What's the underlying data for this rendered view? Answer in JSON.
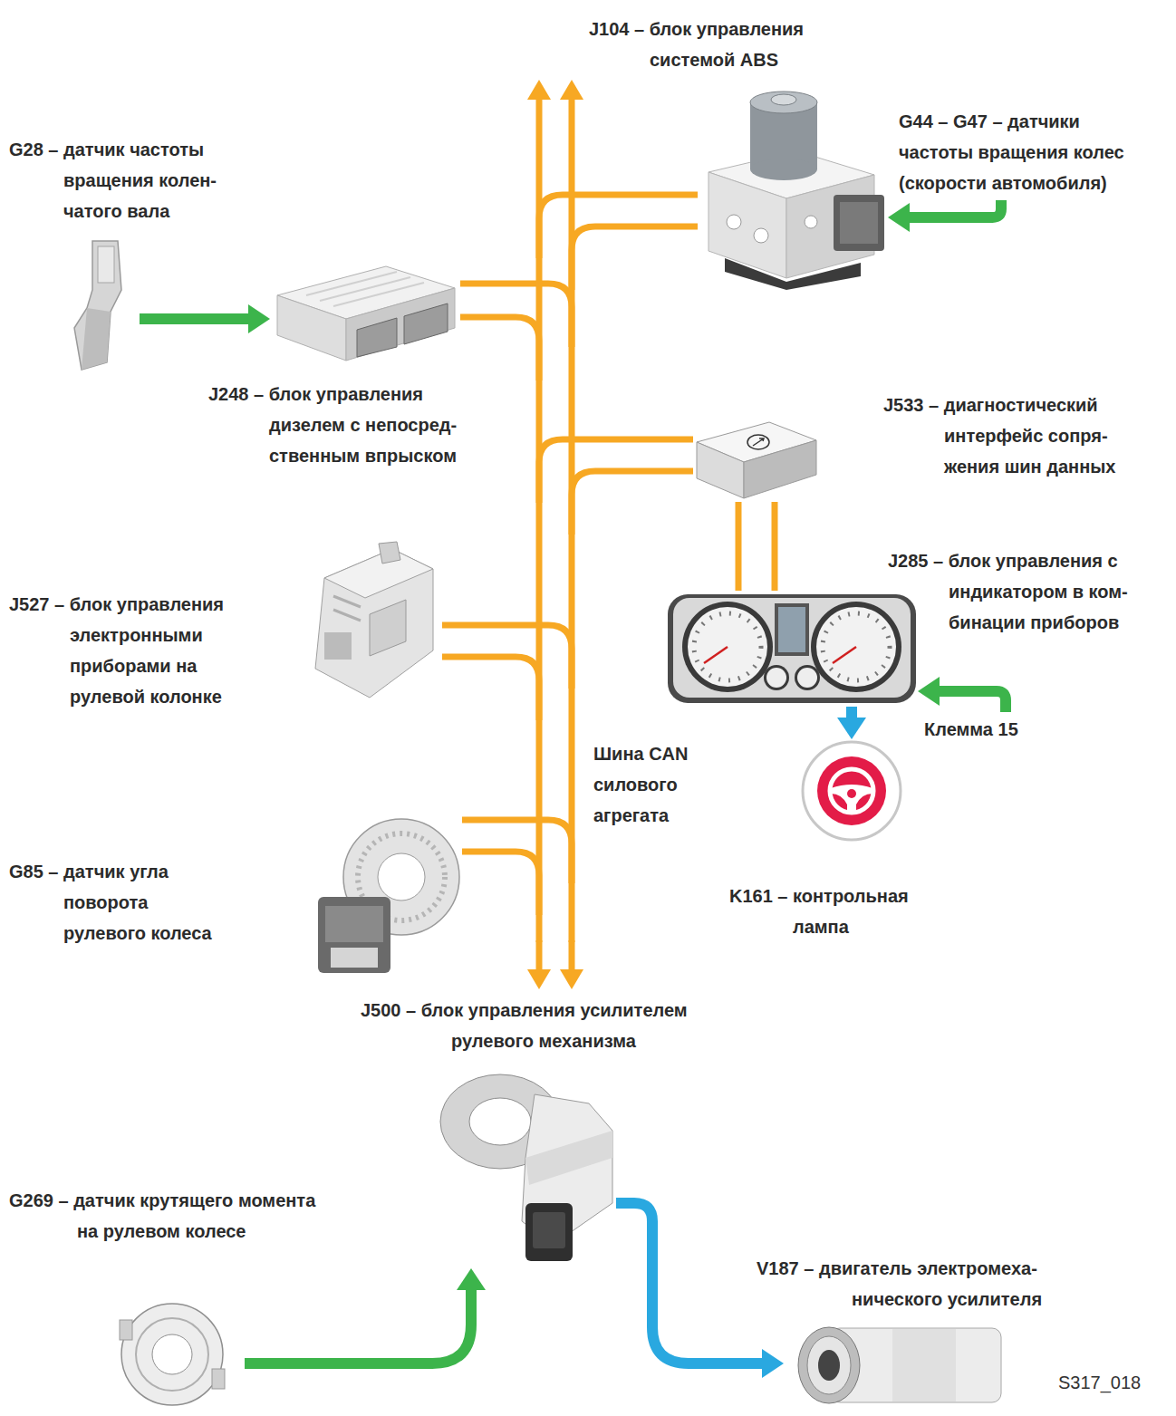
{
  "diagram": {
    "nodes": [
      {
        "text": [
          "J104 – блок управления системой ABS"
        ]
      },
      {
        "text": [
          "G44 – G47 – датчики частоты вращения колес (скорости автомобиля)"
        ]
      },
      {
        "text": [
          "G28 – датчик частоты вращения колен- чатого вала"
        ]
      },
      {
        "text": [
          "J248 – блок управления дизелем с непосред- ственным впрыском"
        ]
      },
      {
        "text": [
          "J533 – диагностический интерфейс сопря- жения шин данных"
        ]
      },
      {
        "text": [
          "J285 – блок управления с индикатором в ком- бинации приборов"
        ]
      },
      {
        "text": [
          "J527 – блок управления электронными приборами на рулевой колонке"
        ]
      },
      {
        "text": [
          "Клемма 15"
        ]
      },
      {
        "text": [
          "Шина CAN силового агрегата"
        ]
      },
      {
        "text": [
          "K161 – контрольная лампа"
        ]
      },
      {
        "text": [
          "G85 – датчик угла поворота рулевого колеса"
        ]
      },
      {
        "text": [
          "J500 – блок управления усилителем рулевого механизма"
        ]
      },
      {
        "text": [
          "V187 – двигатель электромеха- нического усилителя"
        ]
      },
      {
        "text": [
          "G269 – датчик крутящего момента на рулевом колесе"
        ]
      }
    ],
    "edges": [
      {
        "from": 2,
        "to": 3,
        "arrow": "to"
      },
      {
        "from": 1,
        "to": 0,
        "arrow": "to"
      },
      {
        "from": 7,
        "to": 5,
        "arrow": "to"
      },
      {
        "from": 5,
        "to": 9,
        "arrow": "to"
      },
      {
        "from": 13,
        "to": 11,
        "arrow": "to"
      },
      {
        "from": 11,
        "to": 12,
        "arrow": "to"
      },
      {
        "from": 4,
        "to": 5,
        "arrow": "none"
      },
      {
        "from": 0,
        "to": 8,
        "arrow": "none"
      },
      {
        "from": 3,
        "to": 8,
        "arrow": "none"
      },
      {
        "from": 4,
        "to": 8,
        "arrow": "none"
      },
      {
        "from": 6,
        "to": 8,
        "arrow": "none"
      },
      {
        "from": 10,
        "to": 8,
        "arrow": "none"
      },
      {
        "from": 8,
        "to": 11,
        "arrow": "to"
      }
    ],
    "labels": [
      "S317_018"
    ]
  }
}
